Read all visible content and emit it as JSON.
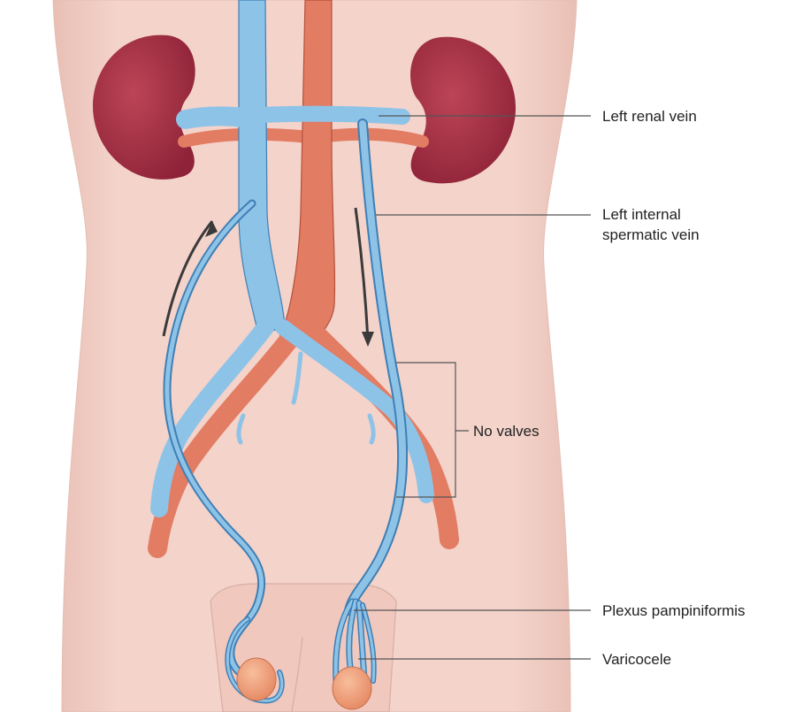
{
  "labels": {
    "left_renal_vein": "Left renal vein",
    "left_internal_spermatic_vein_line1": "Left internal",
    "left_internal_spermatic_vein_line2": "spermatic vein",
    "no_valves": "No valves",
    "plexus_pampiniformis": "Plexus pampiniformis",
    "varicocele": "Varicocele"
  },
  "colors": {
    "skin": "#F2D0C8",
    "skin_edge": "#D9B2A8",
    "kidney": "#A8364A",
    "vein": "#8EC3E8",
    "vein_edge": "#3F7FB4",
    "artery": "#E27C63",
    "artery_edge": "#B4503C",
    "testis": "#F0A07C",
    "arrow": "#3A3A3A",
    "leader": "#555555"
  }
}
